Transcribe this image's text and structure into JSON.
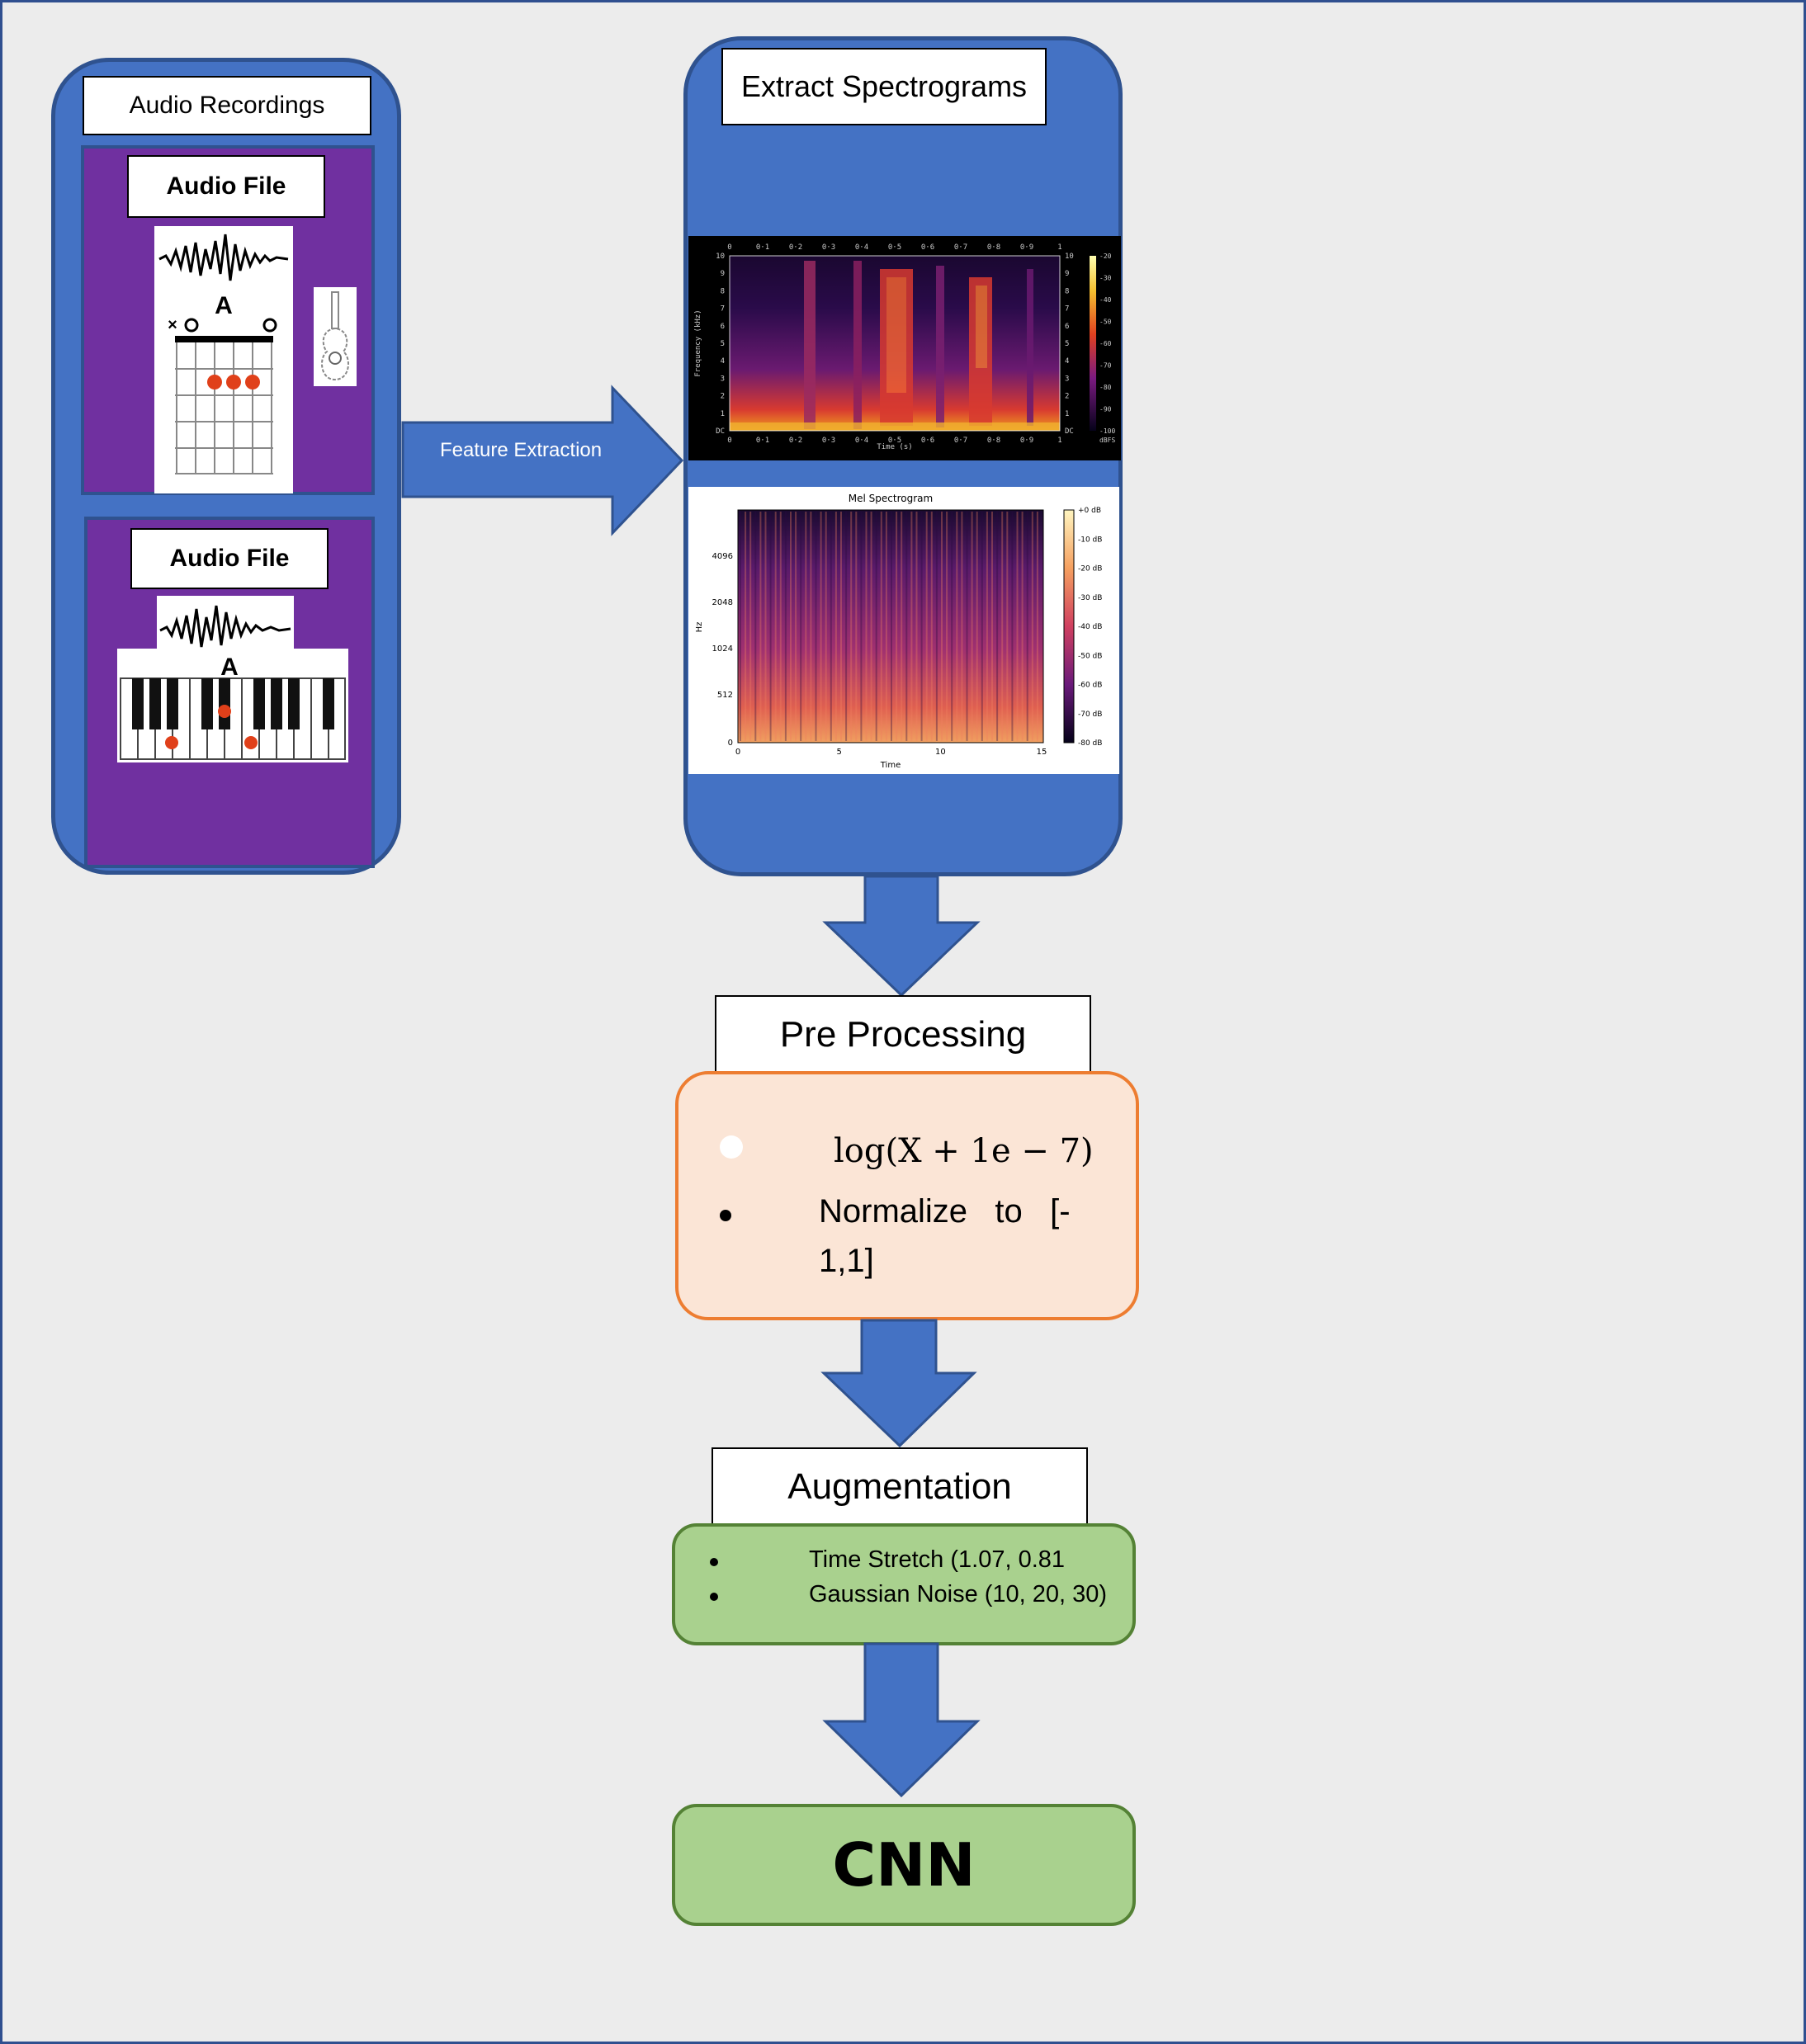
{
  "input": {
    "title": "Audio Recordings",
    "guitar_file_label": "Audio File",
    "piano_file_label": "Audio File",
    "guitar_chord": "A",
    "piano_chord": "A"
  },
  "feature_arrow": {
    "label": "Feature Extraction"
  },
  "spectrograms": {
    "title": "Extract Spectrograms",
    "spec1": {
      "x_axis_label": "Time (s)",
      "y_axis_label": "Frequency (kHz)",
      "x_ticks": [
        "0",
        "0·1",
        "0·2",
        "0·3",
        "0·4",
        "0·5",
        "0·6",
        "0·7",
        "0·8",
        "0·9",
        "1"
      ],
      "y_ticks": [
        "DC",
        "1",
        "2",
        "3",
        "4",
        "5",
        "6",
        "7",
        "8",
        "9",
        "10"
      ],
      "colorbar_ticks": [
        "-20",
        "-30",
        "-40",
        "-50",
        "-60",
        "-70",
        "-80",
        "-90",
        "-100"
      ],
      "colorbar_unit": "dBFS"
    },
    "spec2": {
      "title": "Mel Spectrogram",
      "x_axis_label": "Time",
      "y_axis_label": "Hz",
      "x_ticks": [
        "0",
        "5",
        "10",
        "15"
      ],
      "y_ticks": [
        "0",
        "512",
        "1024",
        "2048",
        "4096"
      ],
      "colorbar_ticks": [
        "+0 dB",
        "-10 dB",
        "-20 dB",
        "-30 dB",
        "-40 dB",
        "-50 dB",
        "-60 dB",
        "-70 dB",
        "-80 dB"
      ]
    }
  },
  "preprocessing": {
    "title": "Pre Processing",
    "formula": "log(X + 1e − 7)",
    "item2_line1": "Normalize   to   [-",
    "item2_line2": "1,1]"
  },
  "augmentation": {
    "title": "Augmentation",
    "items": [
      "Time Stretch (1.07, 0.81",
      "Gaussian Noise (10, 20, 30)"
    ]
  },
  "model": {
    "label": "CNN"
  },
  "colors": {
    "background": "#ececec",
    "panel_blue": "#4472c4",
    "panel_border": "#2f528f",
    "purple": "#7030a0",
    "orange_fill": "#fbe5d6",
    "orange_border": "#ed7d31",
    "green_fill": "#a9d18e",
    "green_border": "#548235"
  }
}
